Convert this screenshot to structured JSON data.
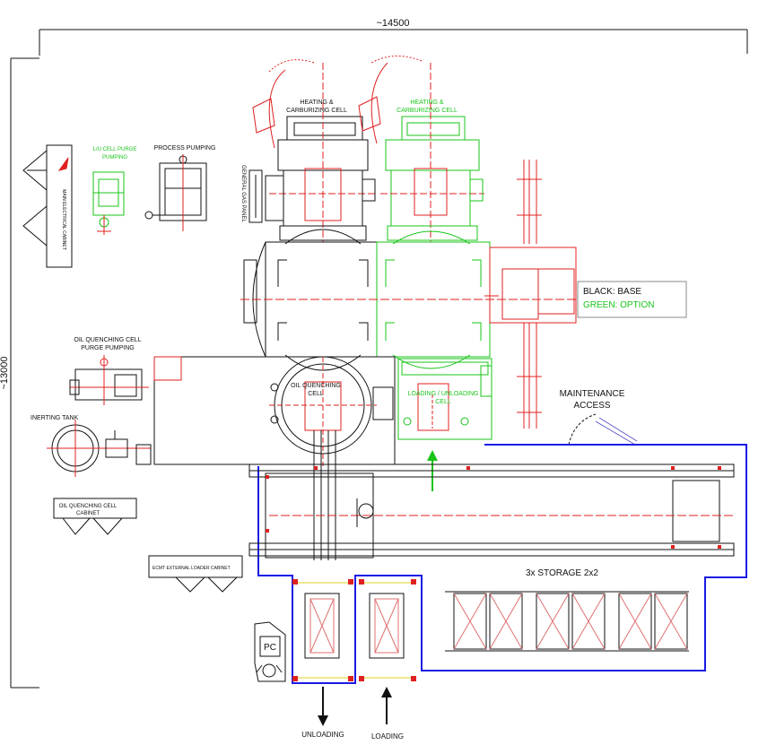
{
  "dimensions": {
    "width_label": "~14500",
    "height_label": "~13000"
  },
  "labels": {
    "heating_cell_black": "HEATING &\nCARBURIZING CELL",
    "heating_cell_green": "HEATING &\nCARBURIZING CELL",
    "lu_cell_purge": "L/U CELL PURGE\nPUMPING",
    "process_pumping": "PROCESS PUMPING",
    "main_electrical": "MAIN ELECTRICAL CABINET",
    "general_gas_panel": "GENERAL GAS PANEL",
    "oil_quench_purge": "OIL QUENCHING CELL\nPURGE PUMPING",
    "inerting_tank": "INERTING TANK",
    "oil_quench_cell": "OIL QUENCHING\nCELL",
    "loading_unloading_cell": "LOADING / UNLOADING\nCELL",
    "oil_quench_cabinet": "OIL QUENCHING CELL\nCABINET",
    "external_loader_cabinet": "ECMT EXTERNAL LOADER CABINET",
    "maintenance_access": "MAINTENANCE\nACCESS",
    "storage": "3x STORAGE 2x2",
    "pc": "PC",
    "unloading": "UNLOADING",
    "loading": "LOADING"
  },
  "legend": {
    "base": "BLACK: BASE",
    "option": "GREEN: OPTION"
  },
  "colors": {
    "base": "#111111",
    "option": "#19c419",
    "boundary": "#1a1ae6",
    "centerline": "#e02020",
    "transfer": "#e02020"
  }
}
